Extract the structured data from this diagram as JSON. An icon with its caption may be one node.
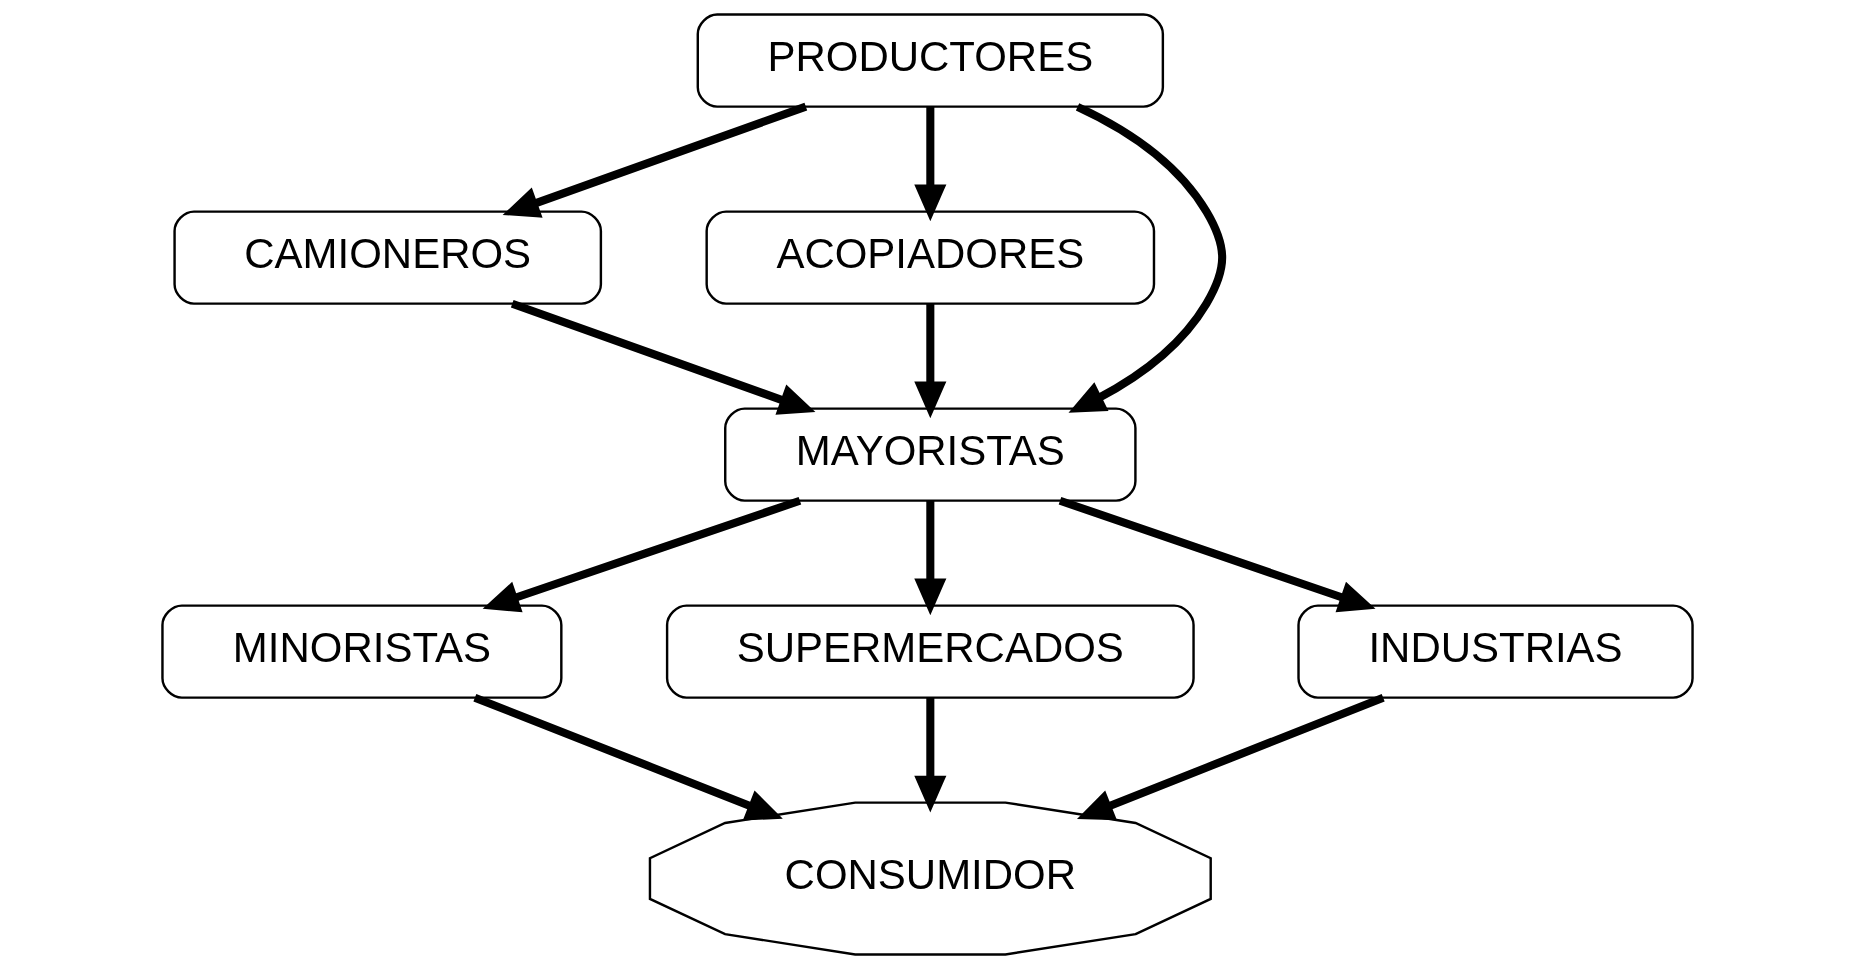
{
  "diagram": {
    "nodes": [
      {
        "text": [
          "PRODUCTORES"
        ]
      },
      {
        "text": [
          "CAMIONEROS"
        ]
      },
      {
        "text": [
          "ACOPIADORES"
        ]
      },
      {
        "text": [
          "MAYORISTAS"
        ]
      },
      {
        "text": [
          "MINORISTAS"
        ]
      },
      {
        "text": [
          "SUPERMERCADOS"
        ]
      },
      {
        "text": [
          "INDUSTRIAS"
        ]
      },
      {
        "text": [
          "CONSUMIDOR"
        ]
      }
    ],
    "edges": [
      {
        "from": 0,
        "to": 1,
        "arrow": "to"
      },
      {
        "from": 0,
        "to": 3,
        "arrow": "to"
      },
      {
        "from": 0,
        "to": 2,
        "arrow": "to"
      },
      {
        "from": 1,
        "to": 3,
        "arrow": "to"
      },
      {
        "from": 2,
        "to": 3,
        "arrow": "to"
      },
      {
        "from": 3,
        "to": 4,
        "arrow": "to"
      },
      {
        "from": 3,
        "to": 5,
        "arrow": "to"
      },
      {
        "from": 3,
        "to": 6,
        "arrow": "to"
      },
      {
        "from": 4,
        "to": 7,
        "arrow": "to"
      },
      {
        "from": 5,
        "to": 7,
        "arrow": "to"
      },
      {
        "from": 6,
        "to": 7,
        "arrow": "to"
      }
    ]
  }
}
